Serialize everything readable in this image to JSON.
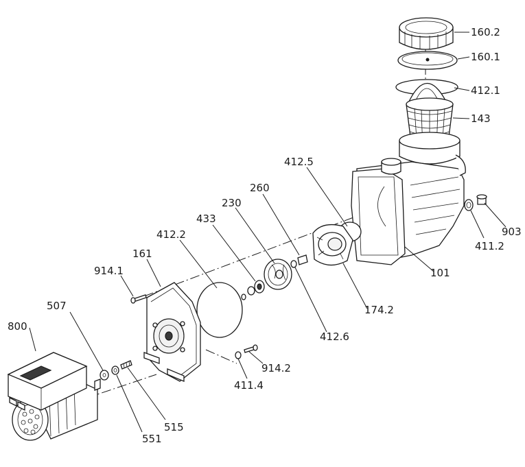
{
  "labels": {
    "l_160_2": "160.2",
    "l_160_1": "160.1",
    "l_412_1": "412.1",
    "l_143": "143",
    "l_412_5": "412.5",
    "l_260": "260",
    "l_230": "230",
    "l_433": "433",
    "l_412_2": "412.2",
    "l_161": "161",
    "l_914_1": "914.1",
    "l_507": "507",
    "l_800": "800",
    "l_903": "903",
    "l_411_2": "411.2",
    "l_101": "101",
    "l_174_2": "174.2",
    "l_412_6": "412.6",
    "l_914_2": "914.2",
    "l_411_4": "411.4",
    "l_515": "515",
    "l_551": "551"
  },
  "colors": {
    "line": "#1a1a1a",
    "background": "#ffffff",
    "dark_fill": "#3a3a3a"
  }
}
